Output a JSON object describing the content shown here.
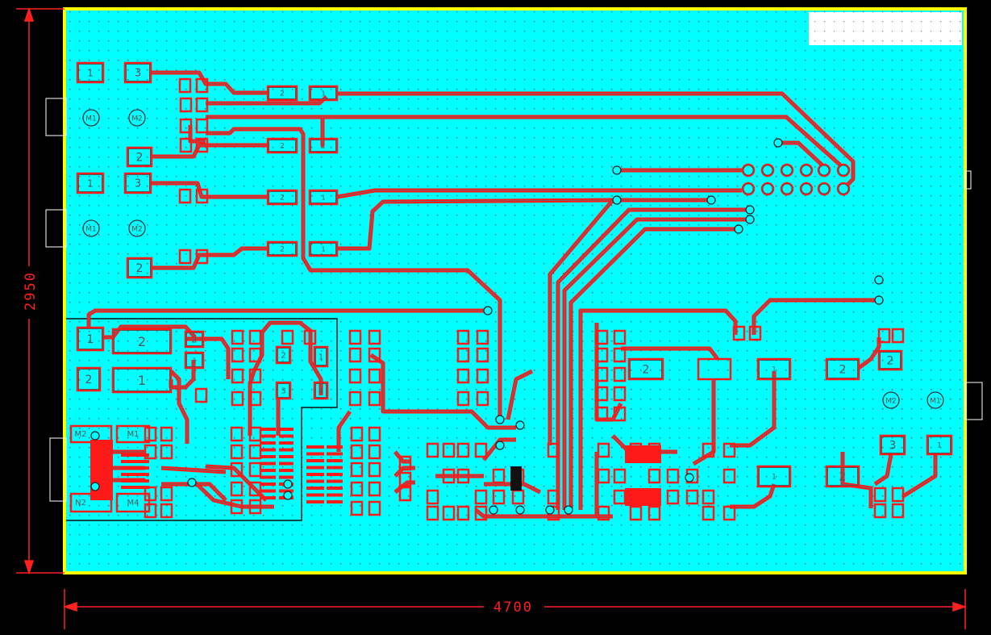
{
  "board": {
    "width_label": "4700",
    "height_label": "2950"
  },
  "pad_labels": [
    "1",
    "3",
    "2",
    "1",
    "2",
    "1",
    "2",
    "1",
    "3",
    "2",
    "1",
    "2",
    "1",
    "2",
    "1",
    "2",
    "2",
    "1",
    "2",
    "1",
    "2",
    "1",
    "3",
    "4",
    "2",
    "1",
    "2",
    "2",
    "3",
    "1",
    "1",
    "2"
  ],
  "mount_labels": [
    "M1",
    "M2",
    "M1",
    "M2",
    "M2",
    "M1",
    "M2",
    "M1",
    "N2",
    "M4"
  ],
  "colors": {
    "background": "#000000",
    "board": "#00ffff",
    "outline": "#ffff00",
    "copper": "#ff1a1a",
    "pad_outline": "#555555",
    "dimension": "#ff2020"
  }
}
